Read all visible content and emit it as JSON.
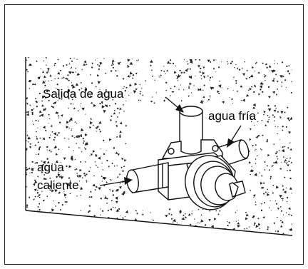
{
  "labels": {
    "outlet": "Salida de agua",
    "cold": "agua fría",
    "hot_line1": "agua",
    "hot_line2": "caliente"
  },
  "colors": {
    "line": "#111111",
    "fill": "#ffffff",
    "speckle": "#222222"
  }
}
